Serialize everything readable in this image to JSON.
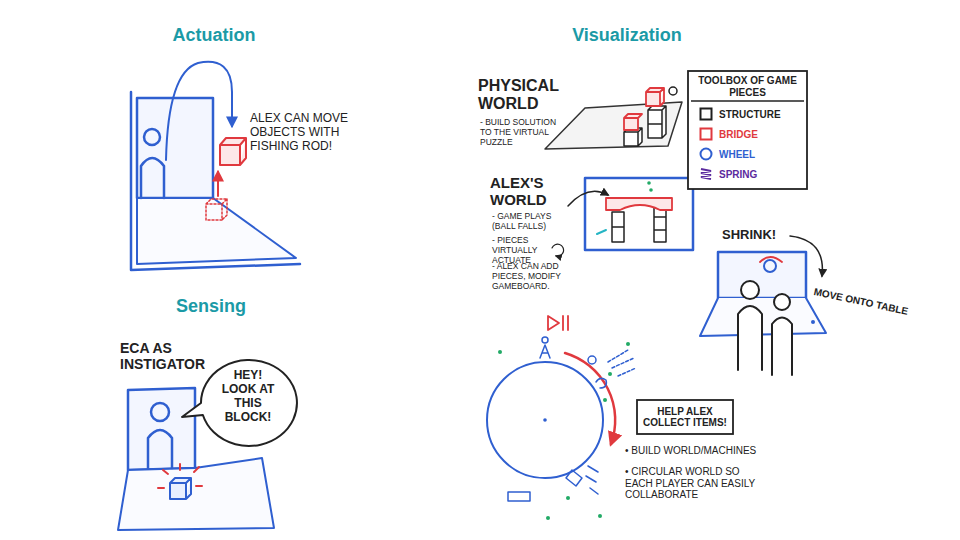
{
  "diagram": {
    "nodes": [
      {
        "text": [
          "HEY! LOOK AT THIS BLOCK!"
        ]
      },
      {
        "text": [
          "TOOLBOX OF GAME PIECES"
        ]
      },
      {
        "text": [
          "HELP ALEX COLLECT ITEMS!"
        ]
      }
    ],
    "labels": [
      "Actuation",
      "ALEX CAN MOVE OBJECTS WITH FISHING ROD!",
      "Sensing",
      "ECA AS INSTIGATOR",
      "Visualization",
      "PHYSICAL WORLD",
      "- BUILD SOLUTION TO THE VIRTUAL PUZZLE",
      "ALEX'S WORLD",
      "- GAME PLAYS (BALL FALLS)",
      "- PIECES VIRTUALLY ACTUATE",
      "- ALEX CAN ADD PIECES, MODIFY GAMEBOARD.",
      "SHRINK!",
      "MOVE ONTO TABLE",
      "• BUILD WORLD/MACHINES",
      "• CIRCULAR WORLD SO EACH PLAYER CAN EASILY COLLABORATE"
    ],
    "legend": [
      {
        "text": "STRUCTURE",
        "color": "#1f1f1f"
      },
      {
        "text": "BRIDGE",
        "color": "#e0393e"
      },
      {
        "text": "WHEEL",
        "color": "#2f5fd0"
      },
      {
        "text": "SPRING",
        "color": "#5b2a9e"
      }
    ]
  }
}
